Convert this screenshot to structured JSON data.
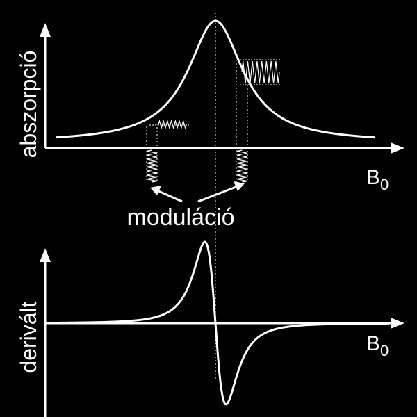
{
  "top_panel": {
    "ylabel": "abszorpció",
    "xlabel_main": "B",
    "xlabel_sub": "0"
  },
  "bottom_panel": {
    "ylabel": "derivált",
    "xlabel_main": "B",
    "xlabel_sub": "0"
  },
  "annotation": {
    "text": "moduláció"
  },
  "colors": {
    "background": "#000000",
    "foreground": "#ffffff"
  }
}
